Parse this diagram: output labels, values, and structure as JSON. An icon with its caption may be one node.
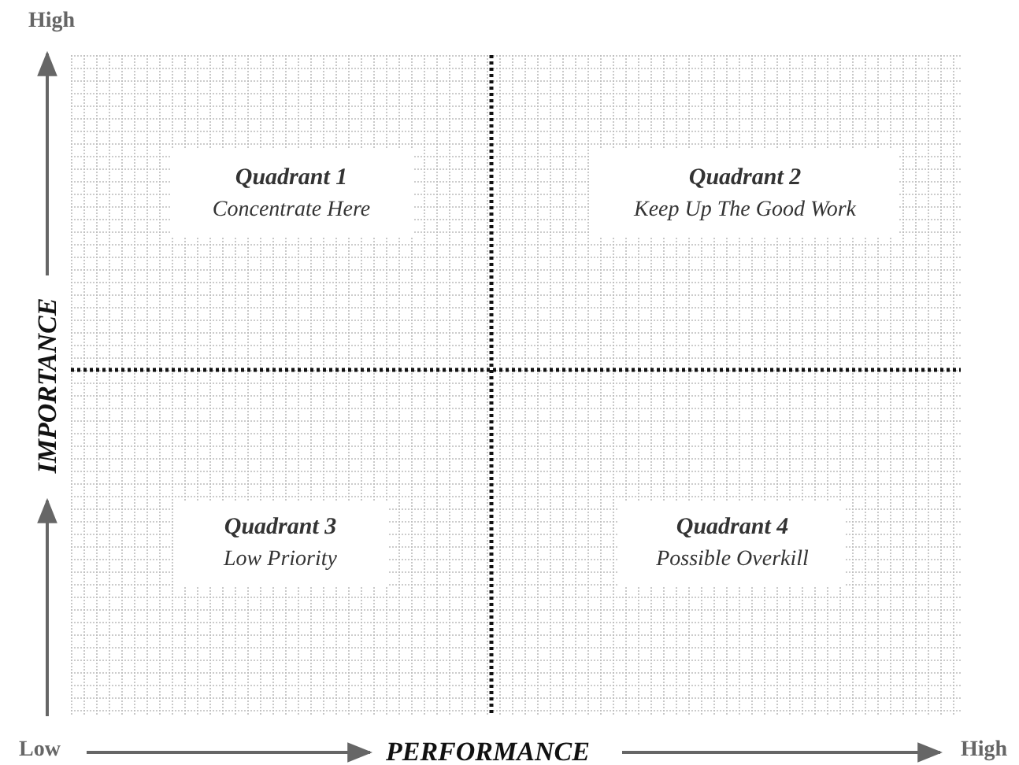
{
  "diagram": {
    "nodes": [
      {
        "text": [
          "Quadrant 1",
          "Concentrate Here"
        ]
      },
      {
        "text": [
          "Quadrant 2",
          "Keep Up The Good Work"
        ]
      },
      {
        "text": [
          "Quadrant 3",
          "Low Priority"
        ]
      },
      {
        "text": [
          "Quadrant 4",
          "Possible Overkill"
        ]
      }
    ],
    "edges": [],
    "labels": [
      "High",
      "IMPORTANCE",
      "Low",
      "PERFORMANCE",
      "High"
    ]
  }
}
